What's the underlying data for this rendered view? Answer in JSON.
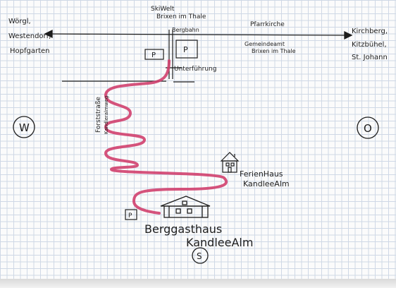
{
  "labels": {
    "west_places": [
      "Wörgl,",
      "Westendorf,",
      "Hopfgarten"
    ],
    "east_places": [
      "Kirchberg,",
      "Kitzbühel,",
      "St. Johann"
    ],
    "skiwelt": [
      "SkiWelt",
      "Brixen im Thale"
    ],
    "bergbahn": "Bergbahn",
    "pfarrkirche": "Pfarrkirche",
    "gemeindeamt": [
      "Gemeindeamt",
      "Brixen im Thale"
    ],
    "unterfuehrung": "Unterführung",
    "forststrasse": [
      "Forststraße",
      "Kandleralmweg"
    ],
    "ferienhaus": [
      "FerienHaus",
      "KandleeAlm"
    ],
    "berggasthaus": [
      "Berggasthaus",
      "KandleeAlm"
    ],
    "parking": "P",
    "compass_west": "W",
    "compass_east": "O",
    "compass_south": "S"
  },
  "colors": {
    "ink": "#1d1d1d",
    "route": "#d0406e",
    "route_light": "#e7a0ba",
    "grid": "#cfd8e6"
  },
  "icons": [
    "parking-icon",
    "house-icon",
    "compass-west-icon",
    "compass-east-icon",
    "compass-south-icon",
    "arrow-west-icon",
    "arrow-east-icon"
  ]
}
